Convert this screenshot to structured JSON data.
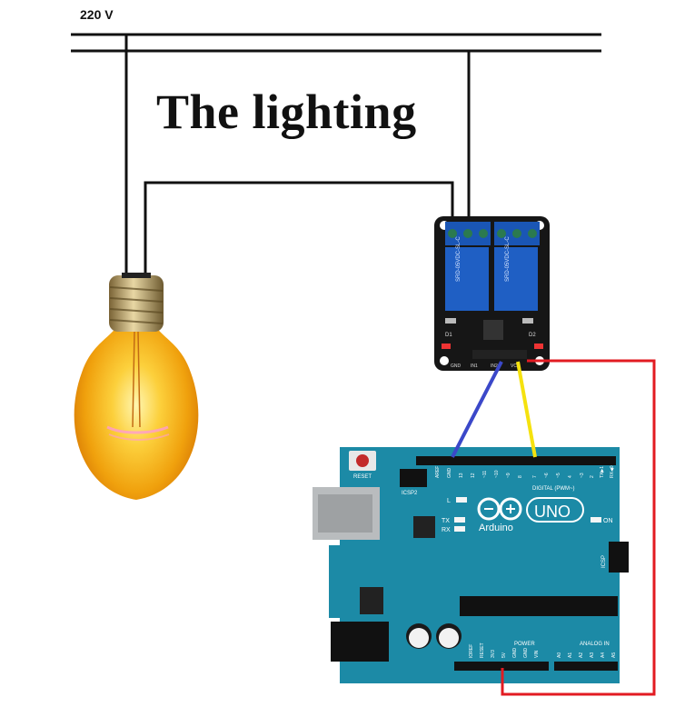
{
  "supply_label": "220 V",
  "title": "The lighting",
  "relay": {
    "led_labels": [
      "D1",
      "D2"
    ],
    "coil_text": "SRD-05VDC-SL-C",
    "pin_labels": [
      "GND",
      "IN1",
      "IN2",
      "VCC"
    ]
  },
  "arduino": {
    "reset_label": "RESET",
    "icsp2_label": "ICSP2",
    "icsp_label": "ICSP",
    "led_labels": [
      "L",
      "TX",
      "RX",
      "ON"
    ],
    "logo_text": "Arduino",
    "model_text": "UNO",
    "digital_label": "DIGITAL (PWM~)",
    "digital_pins": [
      "AREF",
      "GND",
      "13",
      "12",
      "~11",
      "~10",
      "~9",
      "8",
      "7",
      "~6",
      "~5",
      "4",
      "~3",
      "2",
      "TX▶1",
      "RX◀0"
    ],
    "power_label": "POWER",
    "power_pins": [
      "IOREF",
      "RESET",
      "3V3",
      "5V",
      "GND",
      "GND",
      "VIN"
    ],
    "analog_label": "ANALOG IN",
    "analog_pins": [
      "A0",
      "A1",
      "A2",
      "A3",
      "A4",
      "A5"
    ]
  },
  "wire_colors": {
    "mains": "#111111",
    "gnd": "#3b48c9",
    "signal": "#f5e20f",
    "vcc": "#e21b22"
  }
}
